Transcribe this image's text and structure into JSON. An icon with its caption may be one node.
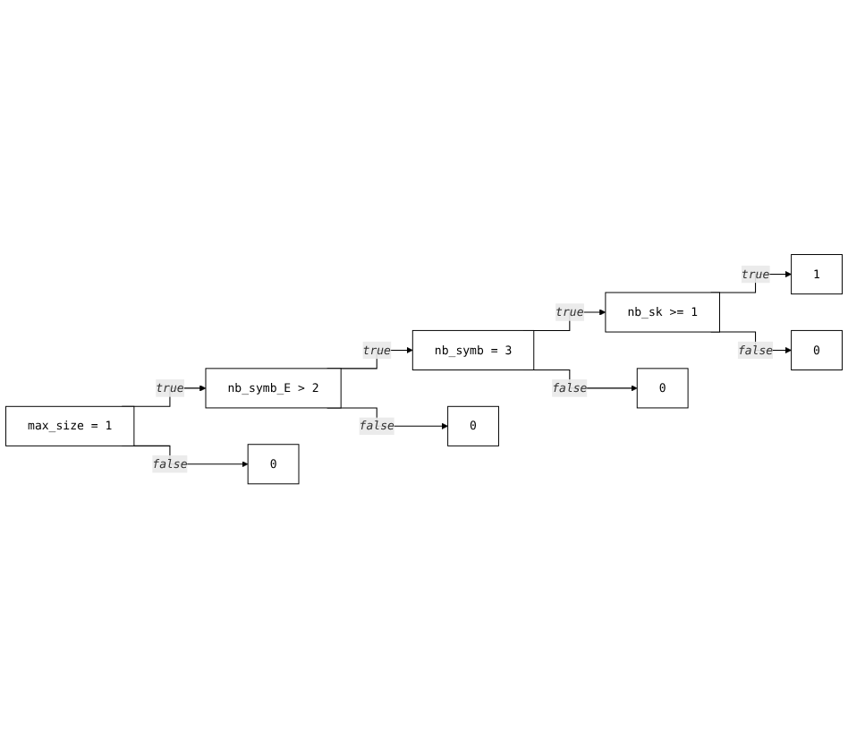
{
  "diagram": {
    "nodes": [
      {
        "text": [
          "max_size = 1"
        ]
      },
      {
        "text": [
          "nb_symb_E > 2"
        ]
      },
      {
        "text": [
          "nb_symb = 3"
        ]
      },
      {
        "text": [
          "nb_sk >= 1"
        ]
      },
      {
        "text": [
          "1"
        ]
      },
      {
        "text": [
          "0"
        ]
      },
      {
        "text": [
          "0"
        ]
      },
      {
        "text": [
          "0"
        ]
      },
      {
        "text": [
          "0"
        ]
      }
    ],
    "edges": [
      {
        "from": 0,
        "to": 1,
        "arrow": "to",
        "label": "true"
      },
      {
        "from": 1,
        "to": 2,
        "arrow": "to",
        "label": "true"
      },
      {
        "from": 2,
        "to": 3,
        "arrow": "to",
        "label": "true"
      },
      {
        "from": 3,
        "to": 4,
        "arrow": "to",
        "label": "true"
      },
      {
        "from": 3,
        "to": 5,
        "arrow": "to",
        "label": "false"
      },
      {
        "from": 2,
        "to": 6,
        "arrow": "to",
        "label": "false"
      },
      {
        "from": 1,
        "to": 7,
        "arrow": "to",
        "label": "false"
      },
      {
        "from": 0,
        "to": 8,
        "arrow": "to",
        "label": "false"
      }
    ]
  }
}
